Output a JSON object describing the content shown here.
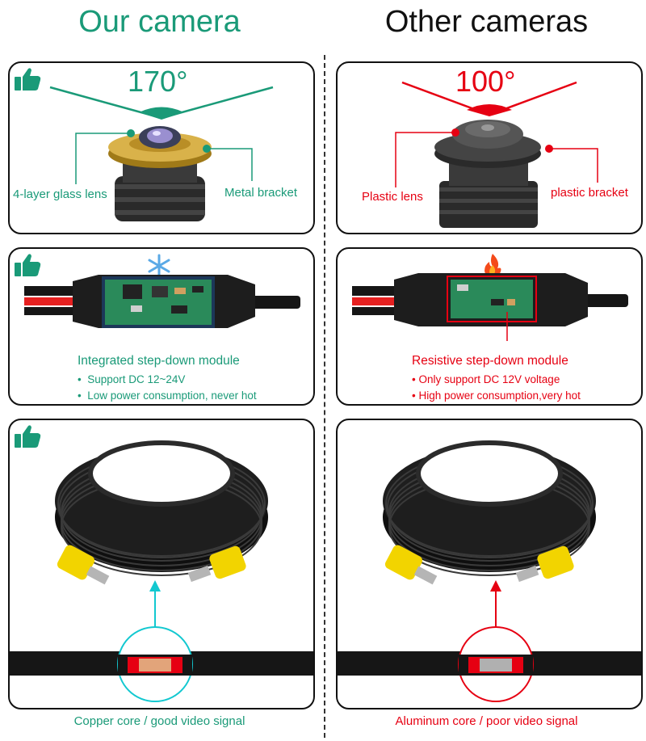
{
  "colors": {
    "good": "#1a9a78",
    "bad": "#e60012",
    "cyan": "#12c8d0",
    "cable": "#161616",
    "gold": "#c9a227"
  },
  "left": {
    "title": "Our camera",
    "lens": {
      "angle": "170°",
      "label_lens": "4-layer glass lens",
      "label_bracket": "Metal bracket"
    },
    "module": {
      "title": "Integrated step-down module",
      "bullets": [
        "Support DC 12~24V",
        "Low power consumption, never hot"
      ],
      "icon": "snowflake-icon"
    },
    "cable": {
      "caption": "Copper core / good video signal"
    }
  },
  "right": {
    "title": "Other cameras",
    "lens": {
      "angle": "100°",
      "label_lens": "Plastic lens",
      "label_bracket": "plastic bracket"
    },
    "module": {
      "title": "Resistive step-down module",
      "bullets": [
        "Only support DC 12V voltage",
        "High power consumption,very hot"
      ],
      "icon": "flame-icon"
    },
    "cable": {
      "caption": "Aluminum core / poor video signal"
    }
  },
  "icons": [
    "thumbs-up-icon",
    "snowflake-icon",
    "flame-icon",
    "bullet-dot-icon"
  ]
}
